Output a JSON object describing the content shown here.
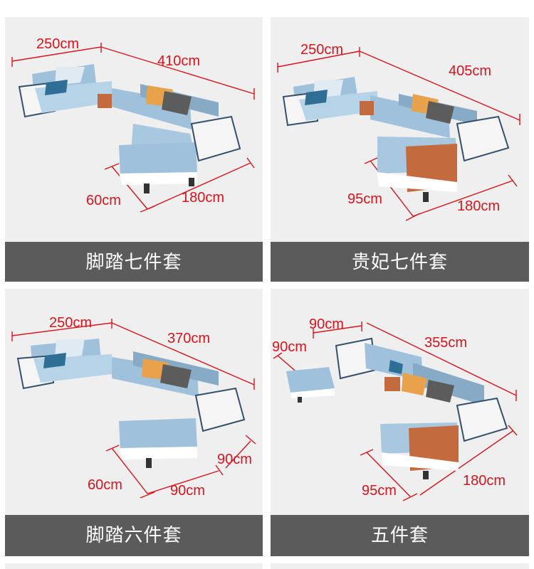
{
  "panels": [
    {
      "caption": "脚踏七件套",
      "dims": {
        "a": "250cm",
        "b": "410cm",
        "c": "60cm",
        "d": "180cm"
      }
    },
    {
      "caption": "贵妃七件套",
      "dims": {
        "a": "250cm",
        "b": "405cm",
        "c": "95cm",
        "d": "180cm"
      }
    },
    {
      "caption": "脚踏六件套",
      "dims": {
        "a": "250cm",
        "b": "370cm",
        "c": "60cm",
        "d": "90cm",
        "e": "90cm"
      }
    },
    {
      "caption": "五件套",
      "dims": {
        "a": "90cm",
        "b": "355cm",
        "c": "90cm",
        "d": "95cm",
        "e": "180cm"
      }
    }
  ],
  "colors": {
    "card_bg": "#efefef",
    "caption_bg": "#5b5b5b",
    "dimension_red": "#d9141c",
    "sofa_blue": "#9fc1dc",
    "sofa_white": "#f5f5f5",
    "table_wood": "#c46a3f"
  },
  "icons": [
    "sofa-image"
  ]
}
